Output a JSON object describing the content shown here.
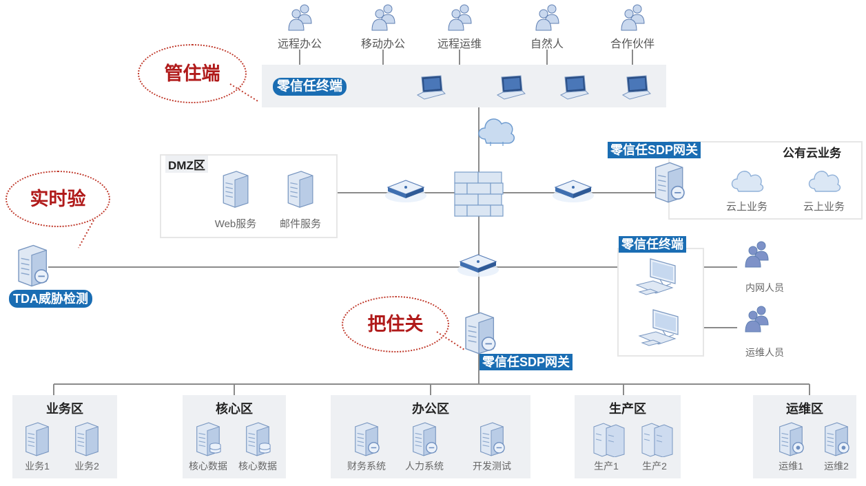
{
  "top_users": [
    {
      "label": "远程办公",
      "icon": "remote-office-user-icon"
    },
    {
      "label": "移动办公",
      "icon": "mobile-office-user-icon"
    },
    {
      "label": "远程运维",
      "icon": "remote-ops-user-icon"
    },
    {
      "label": "自然人",
      "icon": "natural-person-user-icon"
    },
    {
      "label": "合作伙伴",
      "icon": "partner-user-icon"
    }
  ],
  "terminal_bar": {
    "label": "零信任终端"
  },
  "bubbles": {
    "manage_end": "管住端",
    "realtime_check": "实时验",
    "gatekeep": "把住关"
  },
  "dmz": {
    "title": "DMZ区",
    "servers": [
      "Web服务",
      "邮件服务"
    ]
  },
  "public_cloud": {
    "title": "公有云业务",
    "gateway_label": "零信任SDP网关",
    "services": [
      "云上业务",
      "云上业务"
    ]
  },
  "internal_terminal": {
    "label": "零信任终端",
    "people": [
      "内网人员",
      "运维人员"
    ]
  },
  "tda": {
    "label": "TDA威胁检测"
  },
  "core_gateway": {
    "label": "零信任SDP网关"
  },
  "zones": [
    {
      "title": "业务区",
      "items": [
        "业务1",
        "业务2"
      ]
    },
    {
      "title": "核心区",
      "items": [
        "核心数据",
        "核心数据"
      ]
    },
    {
      "title": "办公区",
      "items": [
        "财务系统",
        "人力系统",
        "开发测试"
      ]
    },
    {
      "title": "生产区",
      "items": [
        "生产1",
        "生产2"
      ]
    },
    {
      "title": "运维区",
      "items": [
        "运维1",
        "运维2"
      ]
    }
  ],
  "colors": {
    "accent": "#1a6db3",
    "bubble_text": "#b01a1a",
    "bubble_border": "#c0392b",
    "panel_bg": "#eef0f3"
  }
}
